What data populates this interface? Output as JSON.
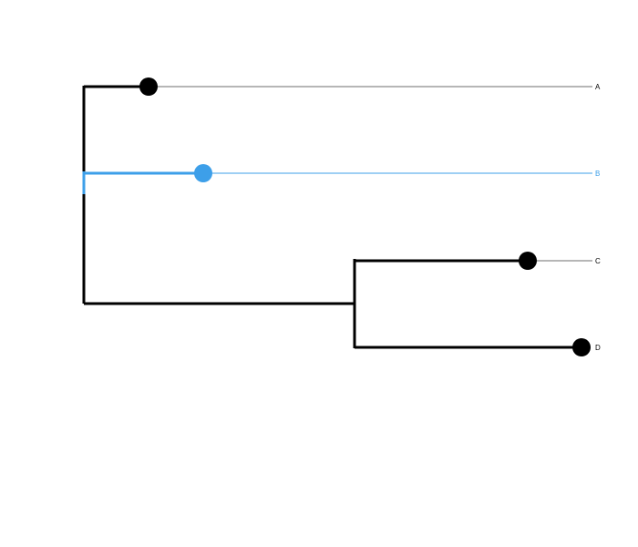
{
  "colors": {
    "default": "#000000",
    "guide_default": "#6e6e6e",
    "highlight": "#3d9fe9"
  },
  "tree": {
    "highlighted_tip": "B",
    "tips": [
      {
        "label": "A"
      },
      {
        "label": "B"
      },
      {
        "label": "C"
      },
      {
        "label": "D"
      }
    ]
  }
}
